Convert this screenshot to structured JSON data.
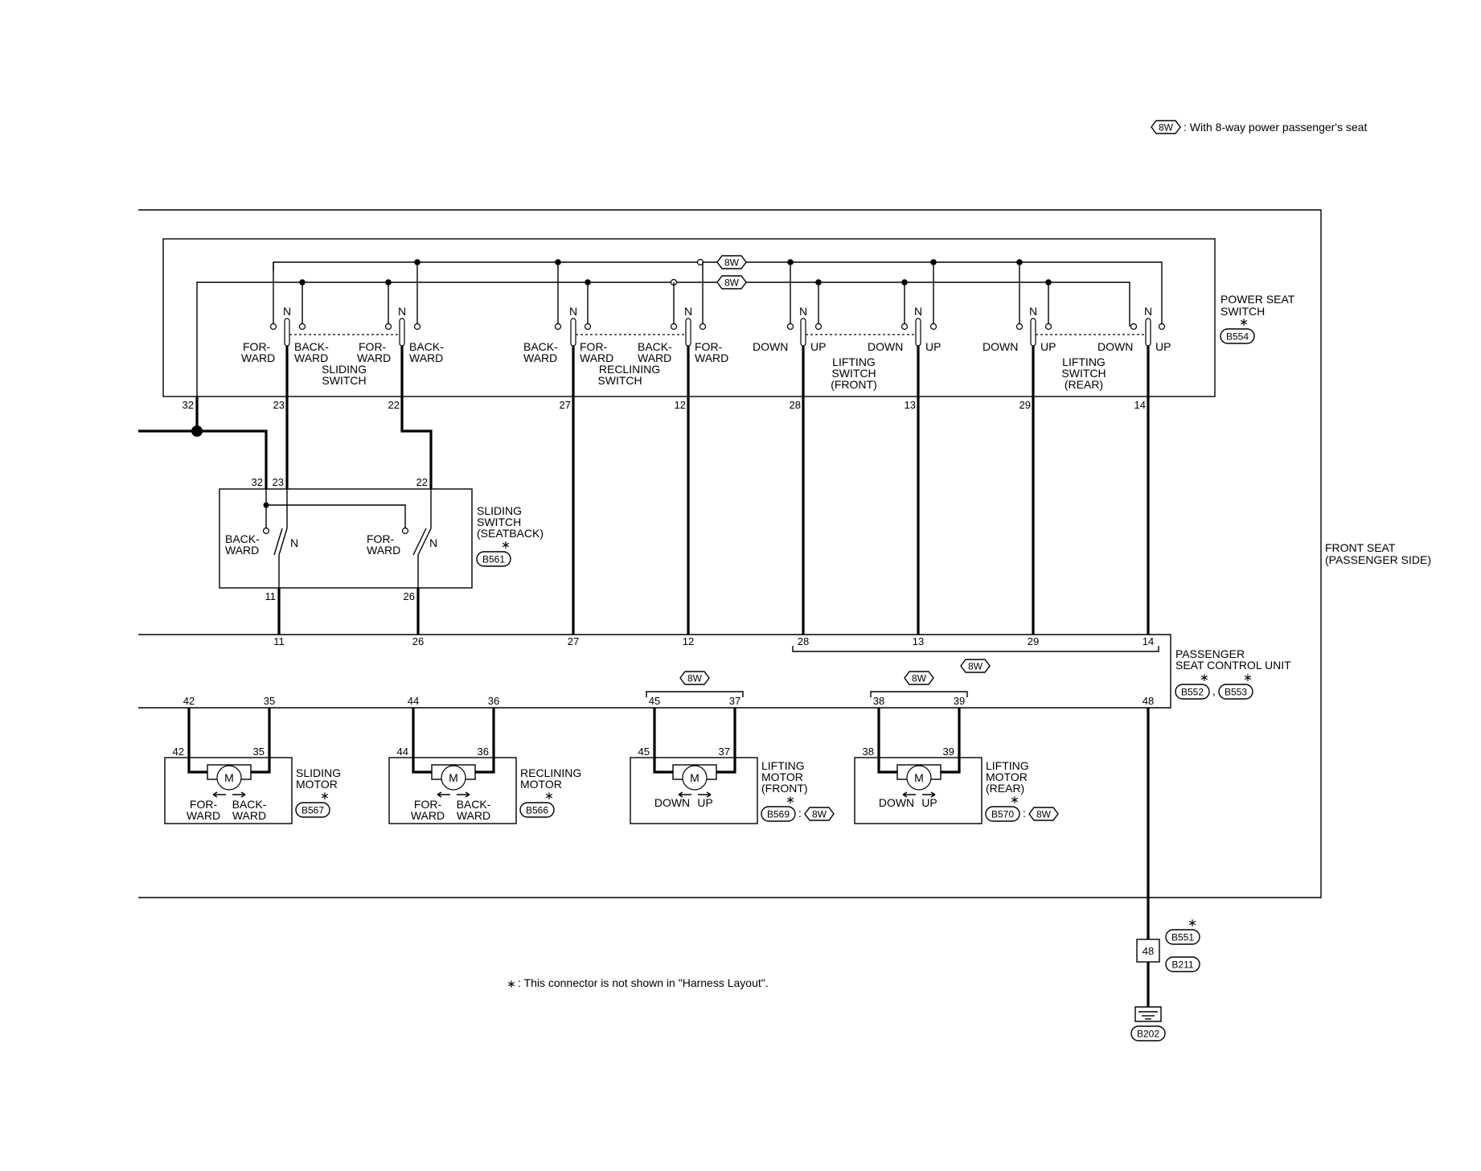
{
  "legend": {
    "tag": "8W",
    "text": ": With 8-way power passenger's seat"
  },
  "footnote": {
    "star": "∗",
    "text": ": This connector is not shown in \"Harness Layout\"."
  },
  "units": {
    "power_seat_switch": {
      "line1": "POWER SEAT",
      "line2": "SWITCH",
      "connector": "B554"
    },
    "front_seat": {
      "line1": "FRONT SEAT",
      "line2": "(PASSENGER SIDE)"
    },
    "sliding_switch_seatback": {
      "line1": "SLIDING",
      "line2": "SWITCH",
      "line3": "(SEATBACK)",
      "connector": "B561"
    },
    "control_unit": {
      "line1": "PASSENGER",
      "line2": "SEAT CONTROL UNIT",
      "connector1": "B552",
      "connector2": "B553"
    },
    "sliding_motor": {
      "line1": "SLIDING",
      "line2": "MOTOR",
      "connector": "B567"
    },
    "reclining_motor": {
      "line1": "RECLINING",
      "line2": "MOTOR",
      "connector": "B566"
    },
    "lifting_motor_front": {
      "line1": "LIFTING",
      "line2": "MOTOR",
      "line3": "(FRONT)",
      "connector": "B569"
    },
    "lifting_motor_rear": {
      "line1": "LIFTING",
      "line2": "MOTOR",
      "line3": "(REAR)",
      "connector": "B570"
    },
    "joint_connector": {
      "pin": "48",
      "connector1": "B551",
      "connector2": "B211"
    },
    "ground": {
      "connector": "B202"
    }
  },
  "switch_groups": {
    "sliding": {
      "line1": "SLIDING",
      "line2": "SWITCH"
    },
    "reclining": {
      "line1": "RECLINING",
      "line2": "SWITCH"
    },
    "lifting_front": {
      "line1": "LIFTING",
      "line2": "SWITCH",
      "line3": "(FRONT)"
    },
    "lifting_rear": {
      "line1": "LIFTING",
      "line2": "SWITCH",
      "line3": "(REAR)"
    }
  },
  "contact_labels": {
    "for": "FOR-",
    "back": "BACK-",
    "ward": "WARD",
    "down": "DOWN",
    "up": "UP",
    "neutral": "N",
    "motor": "M"
  },
  "pins": {
    "pss": [
      "32",
      "23",
      "22",
      "27",
      "12",
      "28",
      "13",
      "29",
      "14"
    ],
    "seatback_top": [
      "32",
      "23",
      "22"
    ],
    "seatback_bottom": [
      "11",
      "26"
    ],
    "cu_top": [
      "11",
      "26",
      "27",
      "12",
      "28",
      "13",
      "29",
      "14"
    ],
    "cu_bottom": [
      "42",
      "35",
      "44",
      "36",
      "45",
      "37",
      "38",
      "39",
      "48"
    ],
    "motors": [
      "42",
      "35",
      "44",
      "36",
      "45",
      "37",
      "38",
      "39"
    ]
  }
}
